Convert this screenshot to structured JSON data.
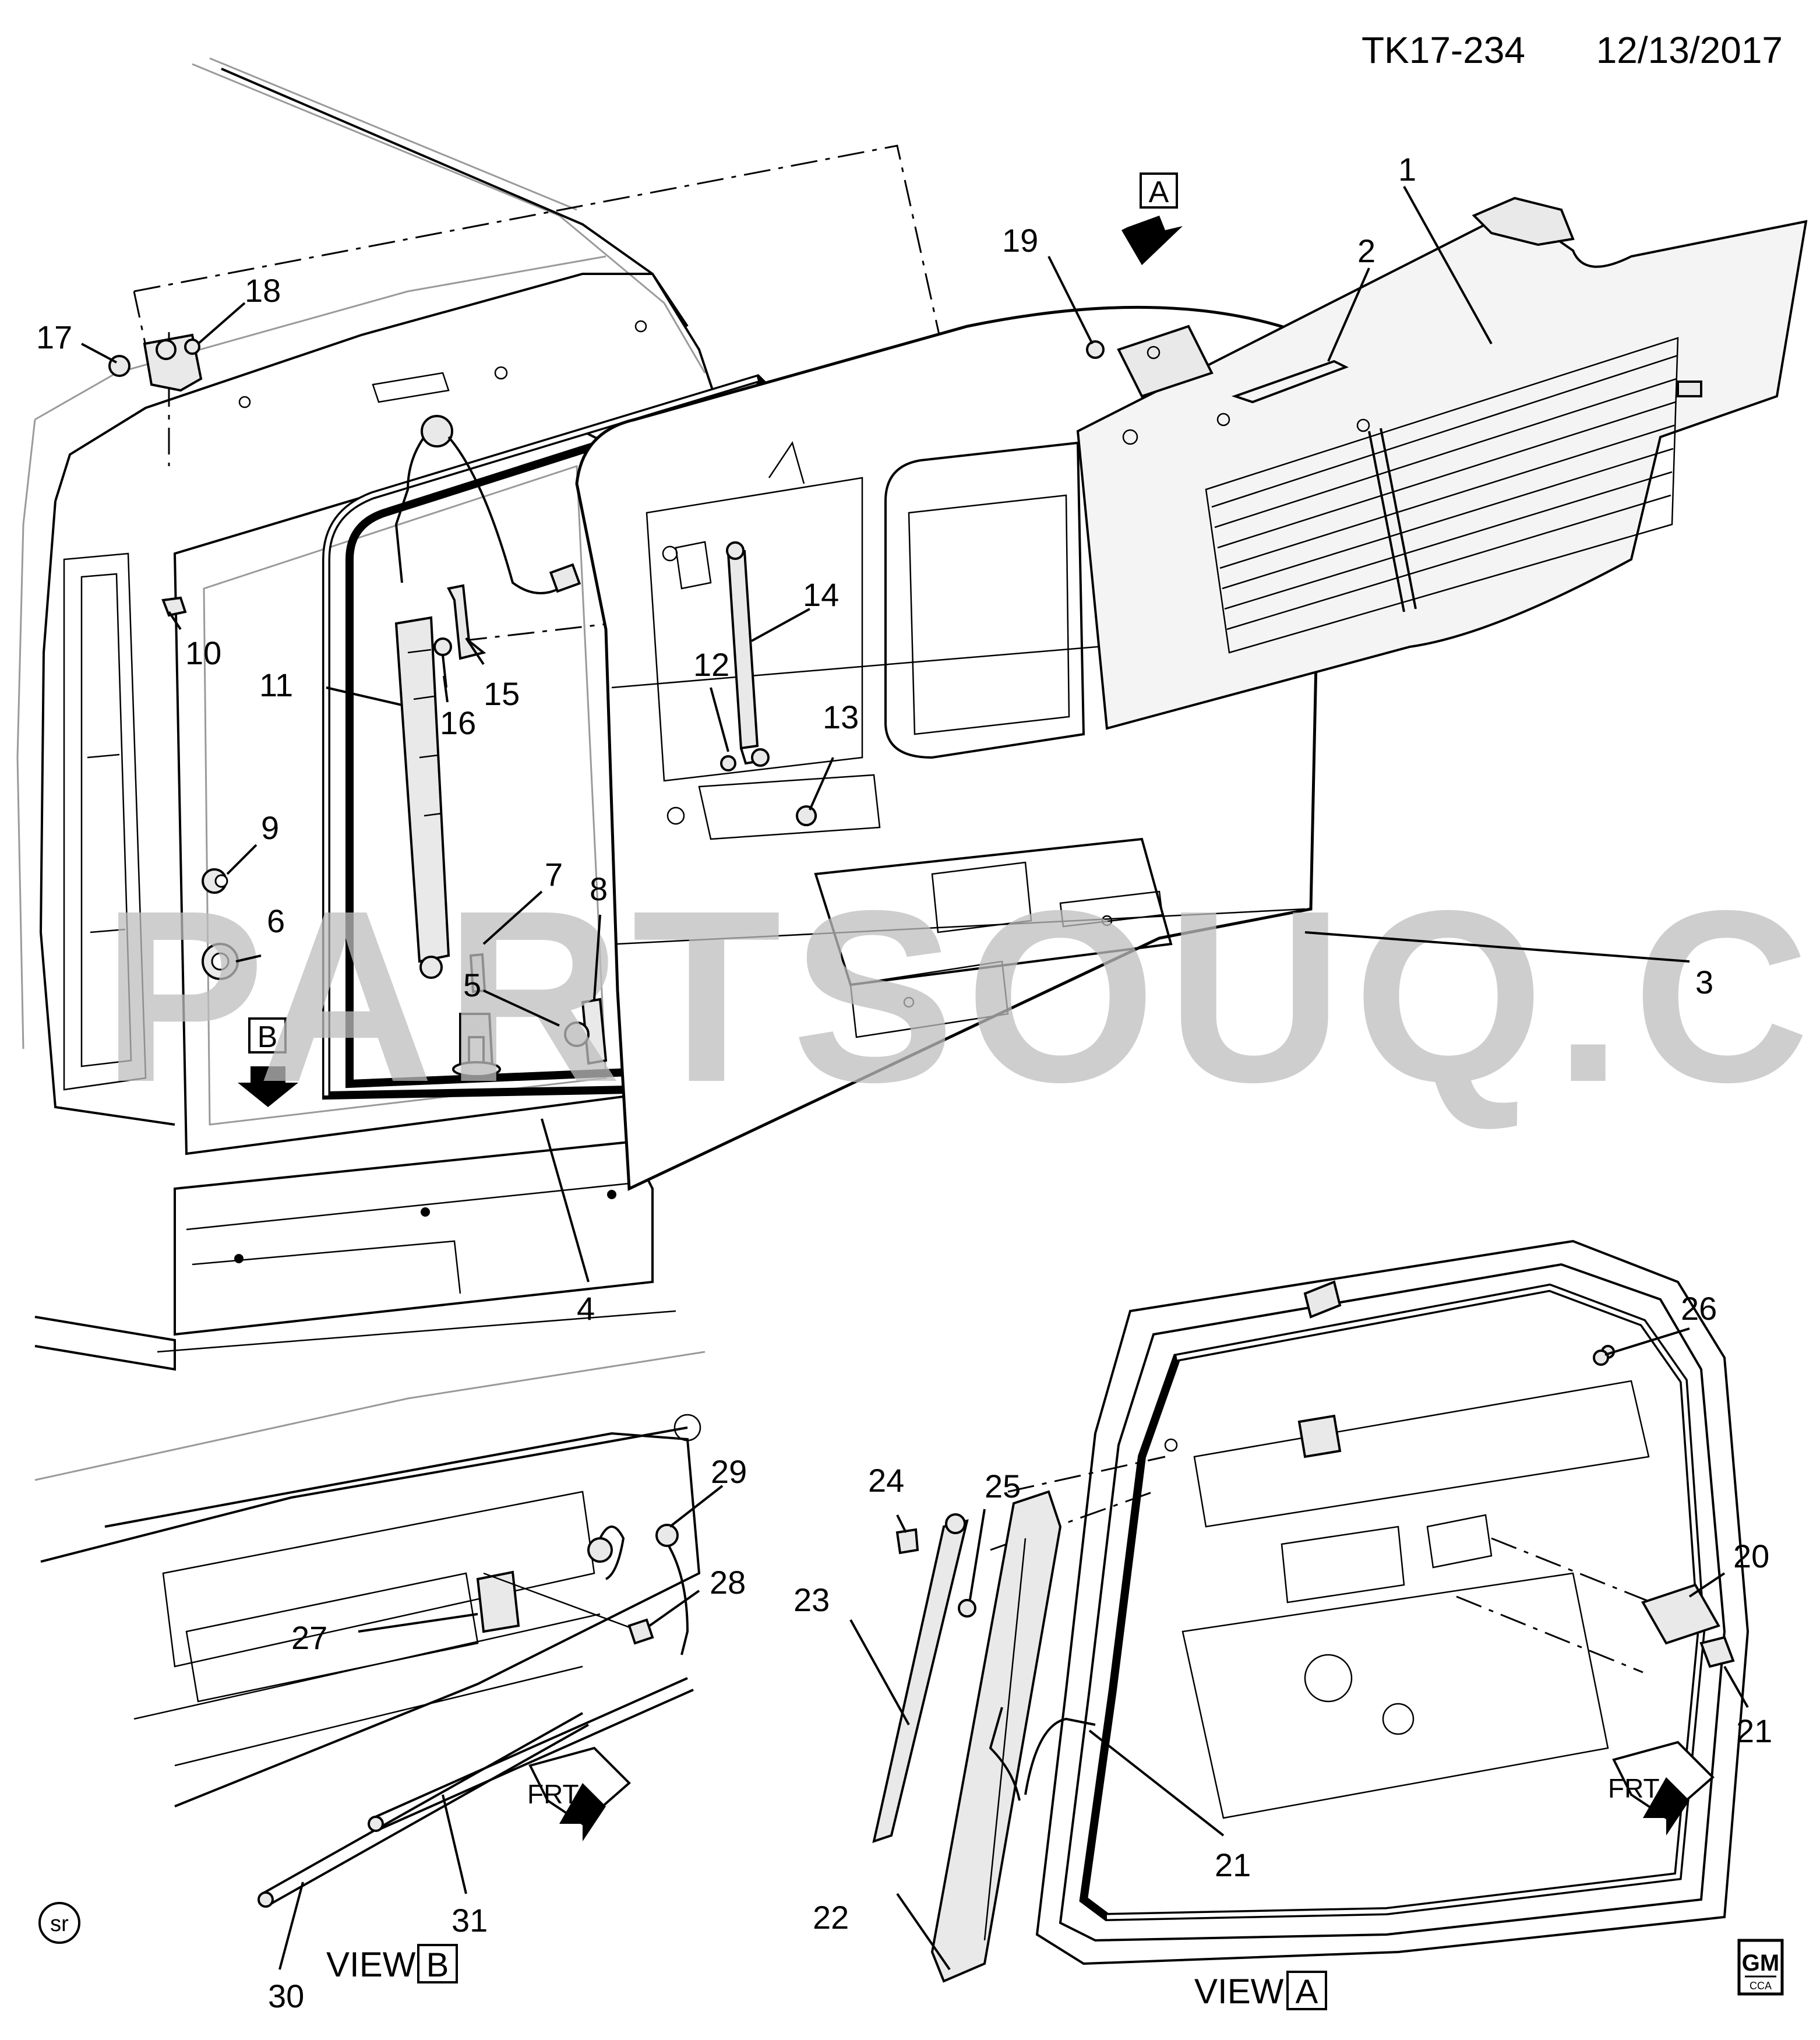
{
  "header": {
    "drawing_id": "TK17-234",
    "date": "12/13/2017"
  },
  "watermark": "PARTSOUQ.COM",
  "view_labels": {
    "view_a_word": "VIEW",
    "view_a_letter": "A",
    "view_b_word": "VIEW",
    "view_b_letter": "B",
    "marker_a": "A",
    "marker_b": "B"
  },
  "frt_label": "FRT",
  "sr_badge": "sr",
  "gm_logo": {
    "top": "GM",
    "bottom": "CCA"
  },
  "callouts": {
    "c1": "1",
    "c2": "2",
    "c3": "3",
    "c4": "4",
    "c5": "5",
    "c6": "6",
    "c7": "7",
    "c8": "8",
    "c9": "9",
    "c10": "10",
    "c11": "11",
    "c12": "12",
    "c13": "13",
    "c14": "14",
    "c15": "15",
    "c16": "16",
    "c17": "17",
    "c18": "18",
    "c19": "19",
    "c20": "20",
    "c21a": "21",
    "c21b": "21",
    "c22": "22",
    "c23": "23",
    "c24": "24",
    "c25": "25",
    "c26": "26",
    "c27": "27",
    "c28": "28",
    "c29": "29",
    "c30": "30",
    "c31": "31"
  }
}
